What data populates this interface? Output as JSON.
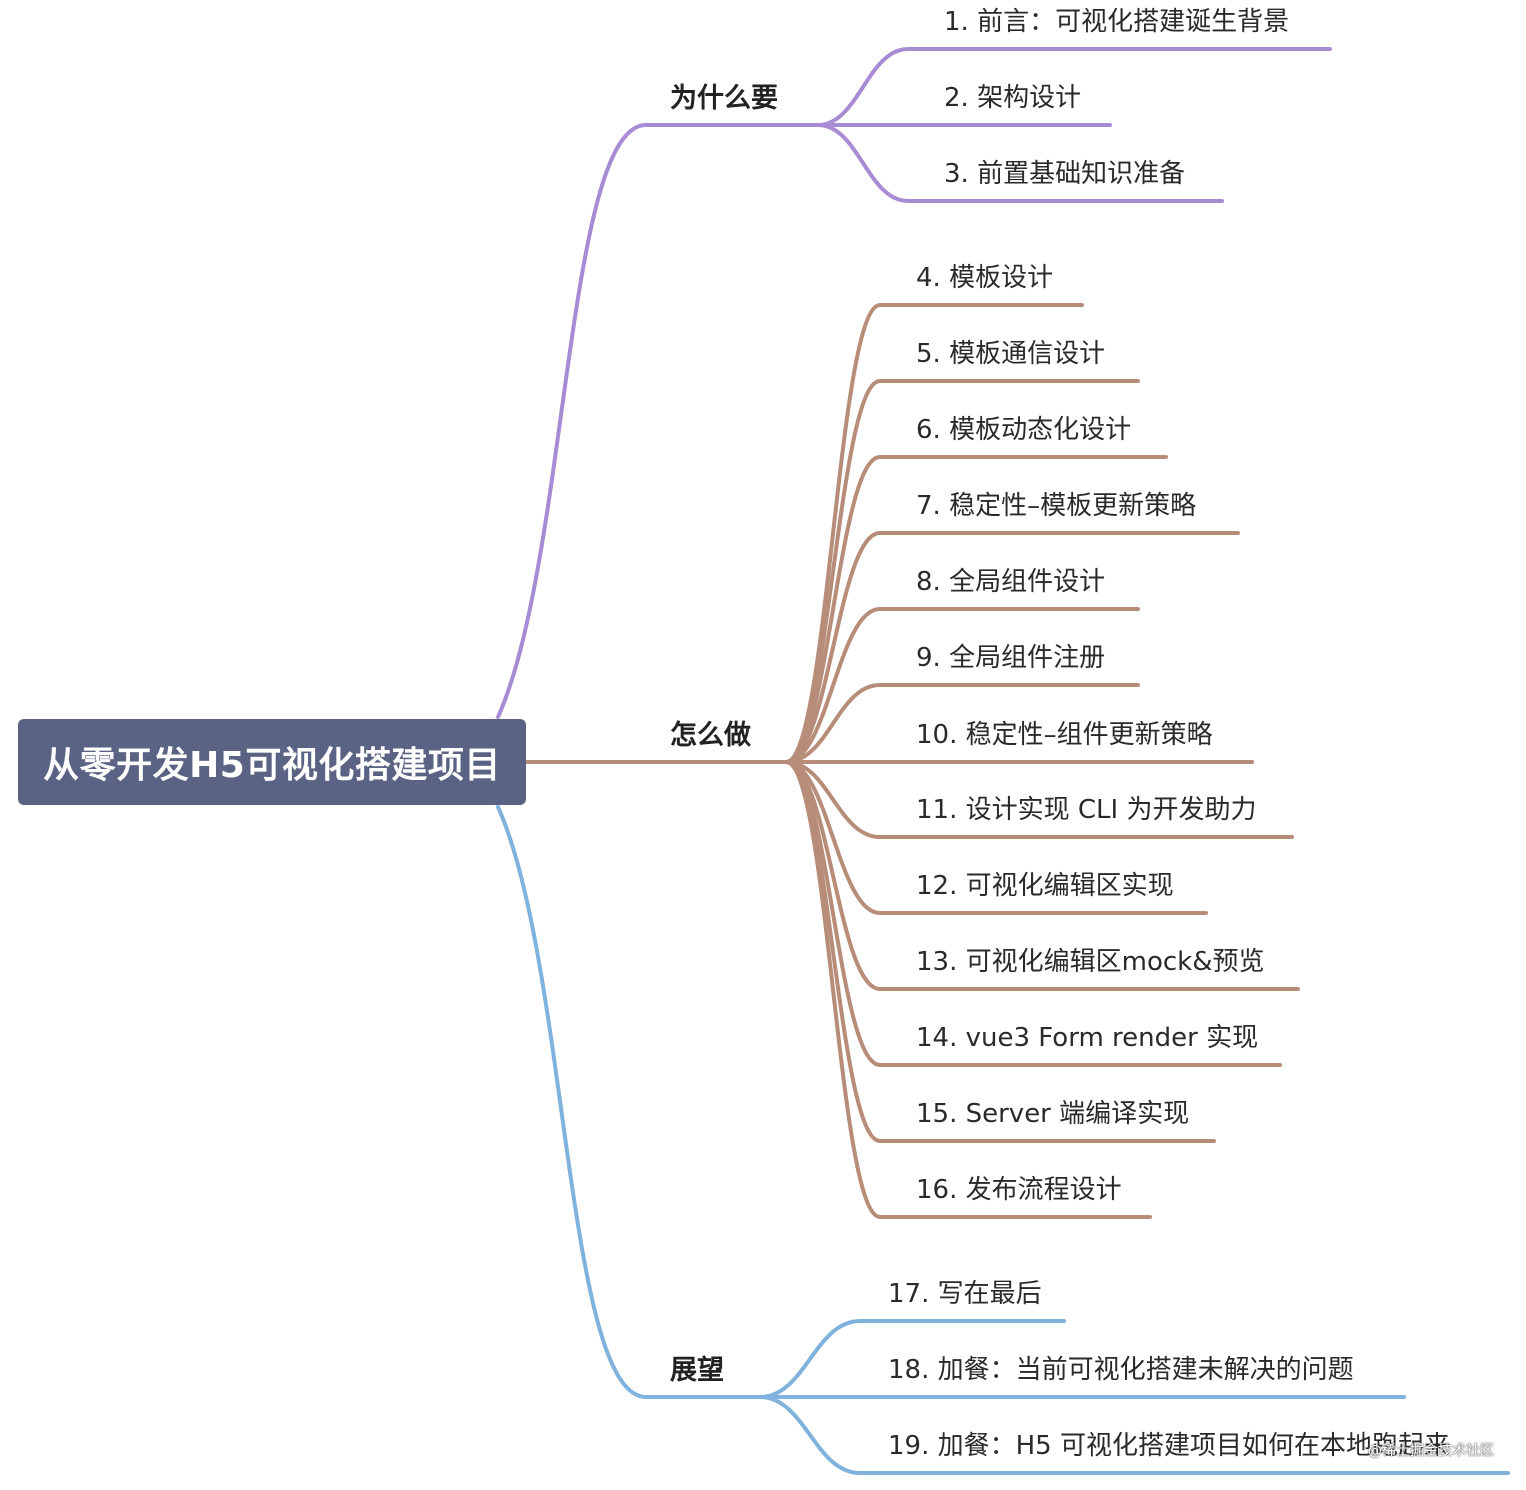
{
  "root": {
    "label": "从零开发H5可视化搭建项目"
  },
  "branches": [
    {
      "label": "为什么要",
      "color": "#a78bd4",
      "children": [
        "1. 前言：可视化搭建诞生背景",
        "2. 架构设计",
        "3. 前置基础知识准备"
      ]
    },
    {
      "label": "怎么做",
      "color": "#b78c78",
      "children": [
        "4. 模板设计",
        "5. 模板通信设计",
        "6. 模板动态化设计",
        "7. 稳定性–模板更新策略",
        "8. 全局组件设计",
        "9. 全局组件注册",
        "10. 稳定性–组件更新策略",
        "11. 设计实现 CLI 为开发助力",
        "12. 可视化编辑区实现",
        "13. 可视化编辑区mock&预览",
        "14. vue3 Form render 实现",
        "15. Server 端编译实现",
        "16. 发布流程设计"
      ]
    },
    {
      "label": "展望",
      "color": "#7fb3de",
      "children": [
        "17. 写在最后",
        "18. 加餐：当前可视化搭建未解决的问题",
        "19. 加餐：H5 可视化搭建项目如何在本地跑起来"
      ]
    }
  ],
  "watermark": "@稀土掘金技术社区"
}
